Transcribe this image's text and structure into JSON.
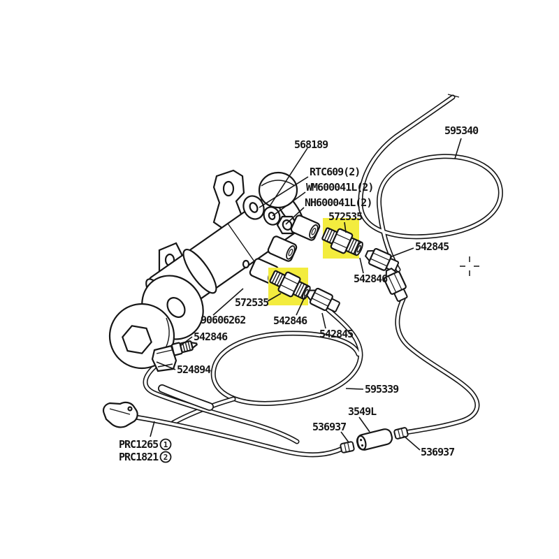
{
  "diagram": {
    "type": "exploded-parts-line-drawing",
    "subject": "master cylinder with pipes, unions and hoses",
    "background_color": "#ffffff",
    "line_color": "#161616",
    "highlight_color": "#f3ec3e",
    "highlighted_part_number": "572535",
    "labels": [
      {
        "text": "568189"
      },
      {
        "text": "RTC609(2)"
      },
      {
        "text": "WM600041L(2)"
      },
      {
        "text": "NH600041L(2)"
      },
      {
        "text": "572535"
      },
      {
        "text": "542845"
      },
      {
        "text": "542846"
      },
      {
        "text": "572535"
      },
      {
        "text": "542846"
      },
      {
        "text": "542845"
      },
      {
        "text": "90606262"
      },
      {
        "text": "542846"
      },
      {
        "text": "524894"
      },
      {
        "text": "595339"
      },
      {
        "text": "595340"
      },
      {
        "text": "3549L"
      },
      {
        "text": "536937"
      },
      {
        "text": "536937"
      },
      {
        "text": "PRC1265"
      },
      {
        "text": "PRC1821"
      }
    ],
    "circled_numbers": [
      {
        "value": "1"
      },
      {
        "value": "2"
      }
    ]
  }
}
